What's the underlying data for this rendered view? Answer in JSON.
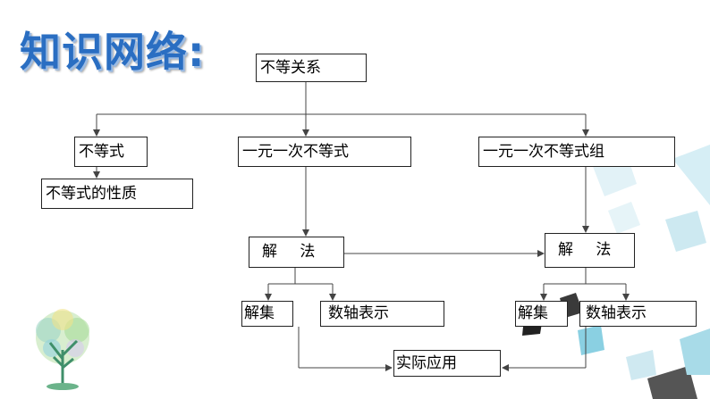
{
  "title": "知识网络:",
  "nodes": {
    "root": "不等关系",
    "inequality": "不等式",
    "properties": "不等式的性质",
    "linear": "一元一次不等式",
    "system": "一元一次不等式组",
    "method_left": "解 法",
    "method_right": "解 法",
    "solution_set_left": "解集",
    "number_line_left": "数轴表示",
    "solution_set_right": "解集",
    "number_line_right": "数轴表示",
    "application": "实际应用"
  },
  "colors": {
    "title": "#2a6ec2",
    "line": "#444444",
    "decoration": "#7fcfe0"
  }
}
